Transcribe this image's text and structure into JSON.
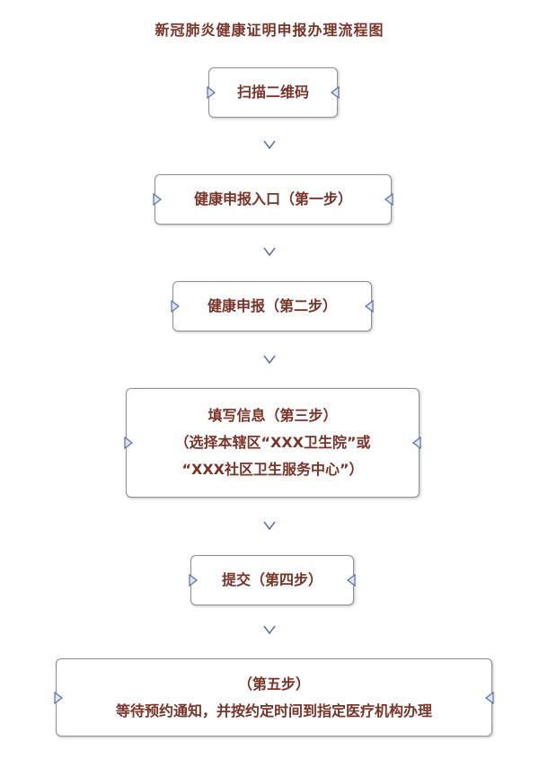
{
  "title": "新冠肺炎健康证明申报办理流程图",
  "steps": [
    {
      "lines": [
        "扫描二维码"
      ]
    },
    {
      "lines": [
        "健康申报入口（第一步）"
      ]
    },
    {
      "lines": [
        "健康申报（第二步）"
      ]
    },
    {
      "lines": [
        "填写信息（第三步）",
        "（选择本辖区“XXX卫生院”或",
        "“XXX社区卫生服务中心”）"
      ]
    },
    {
      "lines": [
        "提交（第四步）"
      ]
    },
    {
      "lines": [
        "（第五步）",
        "等待预约通知，并按约定时间到指定医疗机构办理"
      ]
    }
  ],
  "colors": {
    "text": "#7a3327",
    "border": "#8f8f8f",
    "marker": "#5a6fa8"
  },
  "icons": {
    "connector": "chevron-down-icon",
    "box_marker": "triangle-marker-icon"
  }
}
